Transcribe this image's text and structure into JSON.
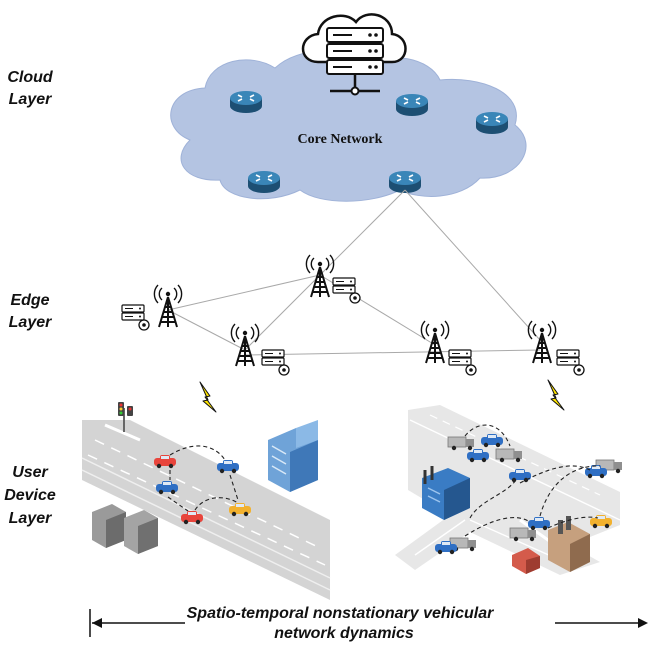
{
  "layers": {
    "cloud": {
      "line1": "Cloud",
      "line2": "Layer"
    },
    "edge": {
      "line1": "Edge",
      "line2": "Layer"
    },
    "user": {
      "line1": "User",
      "line2": "Device",
      "line3": "Layer"
    }
  },
  "core_network": {
    "label": "Core Network"
  },
  "caption": {
    "line1": "Spatio-temporal nonstationary vehicular",
    "line2": "network dynamics"
  },
  "colors": {
    "cloud_fill": "#b4c4e2",
    "router_fill": "#2f6e9b",
    "car_red": "#e8453c",
    "car_blue": "#2f6fc4",
    "car_yellow": "#f2b12e",
    "lightning": "#ffe500",
    "road": "#c8c8c8"
  },
  "icons": {
    "server": "server-icon",
    "router": "router-icon",
    "tower": "tower-icon",
    "edge_server": "edge-server-icon",
    "lightning": "lightning-icon",
    "car": "car-icon",
    "truck": "truck-icon",
    "building": "building-icon",
    "factory": "factory-icon",
    "traffic_light": "traffic-light-icon"
  }
}
